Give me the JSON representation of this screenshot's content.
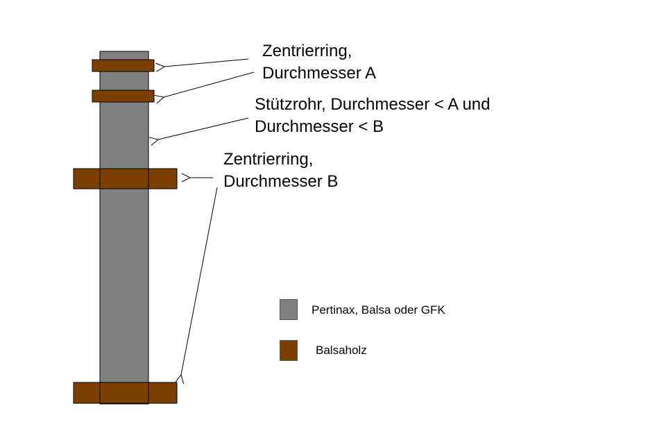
{
  "colors": {
    "tube": "#808080",
    "wood": "#7b3f00",
    "line": "#000000"
  },
  "annotations": {
    "ring_a": [
      "Zentrierring,",
      "Durchmesser A"
    ],
    "tube": [
      "Stützrohr, Durchmesser < A und",
      "Durchmesser < B"
    ],
    "ring_b": [
      "Zentrierring,",
      "Durchmesser B"
    ]
  },
  "legend": {
    "items": [
      {
        "label": "Pertinax, Balsa oder GFK",
        "color": "#808080"
      },
      {
        "label": "Balsaholz",
        "color": "#7b3f00"
      }
    ]
  }
}
